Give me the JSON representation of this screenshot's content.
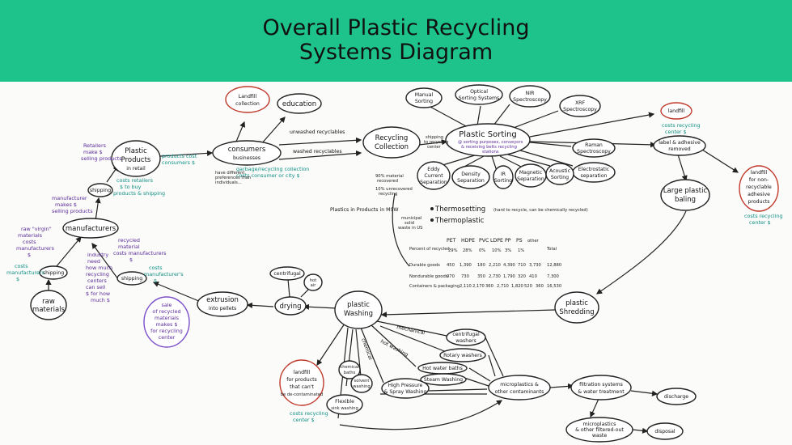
{
  "title": [
    "Overall Plastic Recycling",
    "Systems Diagram"
  ],
  "colors": {
    "header": "#1ec38c",
    "teal_note": "#0f8f86",
    "purple_note": "#5a2a9a",
    "red_outline": "#c0392b",
    "purple_outline": "#7b4fc9"
  },
  "nodes": {
    "raw_materials": [
      "raw",
      "materials"
    ],
    "shipping_left": "shipping",
    "manufacturers": "manufacturers",
    "shipping_mid": "shipping",
    "shipping_top": "shipping",
    "plastic_products": [
      "Plastic",
      "Products",
      "in retail"
    ],
    "landfill_collection": [
      "Landfill",
      "collection"
    ],
    "education": "education",
    "consumers": [
      "consumers",
      "businesses"
    ],
    "recycling_collection": [
      "Recycling",
      "Collection"
    ],
    "plastic_sorting": "Plastic Sorting",
    "manual_sorting": [
      "Manual",
      "Sorting"
    ],
    "optical_sorting": [
      "Optical",
      "Sorting Systems"
    ],
    "nir": [
      "NIR",
      "Spectroscopy"
    ],
    "xrf": [
      "XRF",
      "Spectroscopy"
    ],
    "raman": [
      "Raman",
      "Spectroscopy"
    ],
    "electrostatic": [
      "Electrostatic",
      "separation"
    ],
    "eddy_current": [
      "Eddy",
      "Current",
      "Separation"
    ],
    "density_separation": [
      "Density",
      "Separation"
    ],
    "ir_sorting": [
      "IR",
      "Sorting"
    ],
    "magnetic_separation": [
      "Magnetic",
      "Separation"
    ],
    "acoustic_sorting": [
      "Acoustic",
      "Sorting"
    ],
    "landfill_right": "landfill",
    "label_adhesive": [
      "label & adhesive",
      "removed"
    ],
    "landfill_adhesive": [
      "landfill",
      "for non-",
      "recyclable",
      "adhesive",
      "products"
    ],
    "large_bales": [
      "Large plastic",
      "baling"
    ],
    "plastic_shredding": [
      "plastic",
      "Shredding"
    ],
    "plastic_washing": [
      "plastic",
      "Washing"
    ],
    "drying": "drying",
    "centrifugal_top": "centrifugal",
    "hot_air": [
      "hot",
      "air"
    ],
    "extrusion": [
      "extrusion",
      "into pellets"
    ],
    "shipping_lower": "shipping",
    "sale_pellets": [
      "sale",
      "of recycled",
      "materials",
      "makes $",
      "for recycling",
      "center"
    ],
    "landfill_bottom": [
      "landfill",
      "for products",
      "that can't",
      "be de-contaminated"
    ],
    "centrifugal_washers": [
      "centrifugal",
      "washers"
    ],
    "rotary_washers": "Rotary washers",
    "hot_water_bath": "Hot water baths",
    "steam_washing": "Steam Washing",
    "high_pressure": [
      "High Pressure",
      "& Spray Washing"
    ],
    "chemical_baths": [
      "chemical",
      "baths"
    ],
    "solvent_washing": [
      "solvent",
      "washing"
    ],
    "flexible_sink": [
      "Flexible",
      "sink washing"
    ],
    "microplastics": [
      "microplastics &",
      "other contaminants"
    ],
    "filtration": [
      "filtration systems",
      "& water treatment"
    ],
    "discharge": "discharge",
    "microplastics_filtered": [
      "microplastics",
      "& other filtered-out",
      "waste"
    ],
    "disposal": "disposal"
  },
  "edge_labels": {
    "unwashed": "unwashed recyclables",
    "washed": "washed recyclables",
    "mechanical": "mechanical",
    "hot_washing": "hot washing",
    "chemical": "chemical"
  },
  "notes": {
    "retailers": [
      "Retailers",
      "make $",
      "selling products"
    ],
    "products_cost": [
      "products cost",
      "consumers $"
    ],
    "costs_retailers": [
      "costs retailers",
      "$ to buy",
      "products & shipping"
    ],
    "manufacturer_sells": [
      "manufacturer",
      "makes $",
      "selling products"
    ],
    "raw_virgin": [
      "raw \"virgin\"",
      "materials",
      "costs",
      "manufacturers",
      "$"
    ],
    "costs_manufacturers_left": [
      "costs",
      "manufacturers",
      "$"
    ],
    "recycled_material_costs": [
      "recycled",
      "material",
      "costs manufacturers",
      "$"
    ],
    "industry_need": [
      "industry",
      "need",
      "how much",
      "recycling",
      "centers",
      "can sell",
      "$ for how",
      "much $"
    ],
    "costs_manufacturer_lower": [
      "costs",
      "manufacturer's",
      "$"
    ],
    "garbage_collection": [
      "garbage/recycling collection",
      "costs consumer or city $"
    ],
    "have_different": [
      "have different",
      "preferences than",
      "individuals..."
    ],
    "shipping_center": [
      "shipping",
      "to recycling",
      "center"
    ],
    "material_recovered": [
      "90% material",
      "recovered",
      "10% unrecovered",
      "recycling"
    ],
    "sorting_purposes": [
      "@ sorting purposes, conveyors",
      "& receiving belts recycling",
      "stations"
    ],
    "costs_recycling_center_right": [
      "costs recycling",
      "center $"
    ],
    "costs_recycling_center_adhesive": [
      "costs recycling",
      "center $"
    ],
    "costs_recycling_center_bottom": [
      "costs recycling",
      "center $"
    ]
  },
  "msw_table": {
    "header_line": "Plastics in Products in MSW",
    "thermosetting": "Thermosetting",
    "thermosetting_note": "(hard to recycle, can be chemically recycled)",
    "thermoplastic": "Thermoplastic",
    "plastic_codes": [
      "PET",
      "HDPE",
      "PVC",
      "LDPE",
      "PP",
      "PS",
      "other"
    ],
    "msw_note": [
      "municipal",
      "solid",
      "waste in US"
    ],
    "rows": [
      {
        "label": "Percent of recycled",
        "values": [
          "29%",
          "28%",
          "0%",
          "10%",
          "3%",
          "1%",
          ""
        ]
      },
      {
        "label": "Durable goods",
        "values": [
          "450",
          "1,390",
          "180",
          "2,210",
          "4,390",
          "710",
          "3,730",
          "12,880"
        ]
      },
      {
        "label": "Nondurable goods",
        "values": [
          "970",
          "730",
          "350",
          "2,730",
          "1,790",
          "320",
          "410",
          "7,300"
        ]
      },
      {
        "label": "Containers & packaging",
        "values": [
          "2,110",
          "2,170",
          "360",
          "2,710",
          "1,820",
          "520",
          "360",
          "16,530"
        ]
      }
    ],
    "total_label": "Total"
  }
}
